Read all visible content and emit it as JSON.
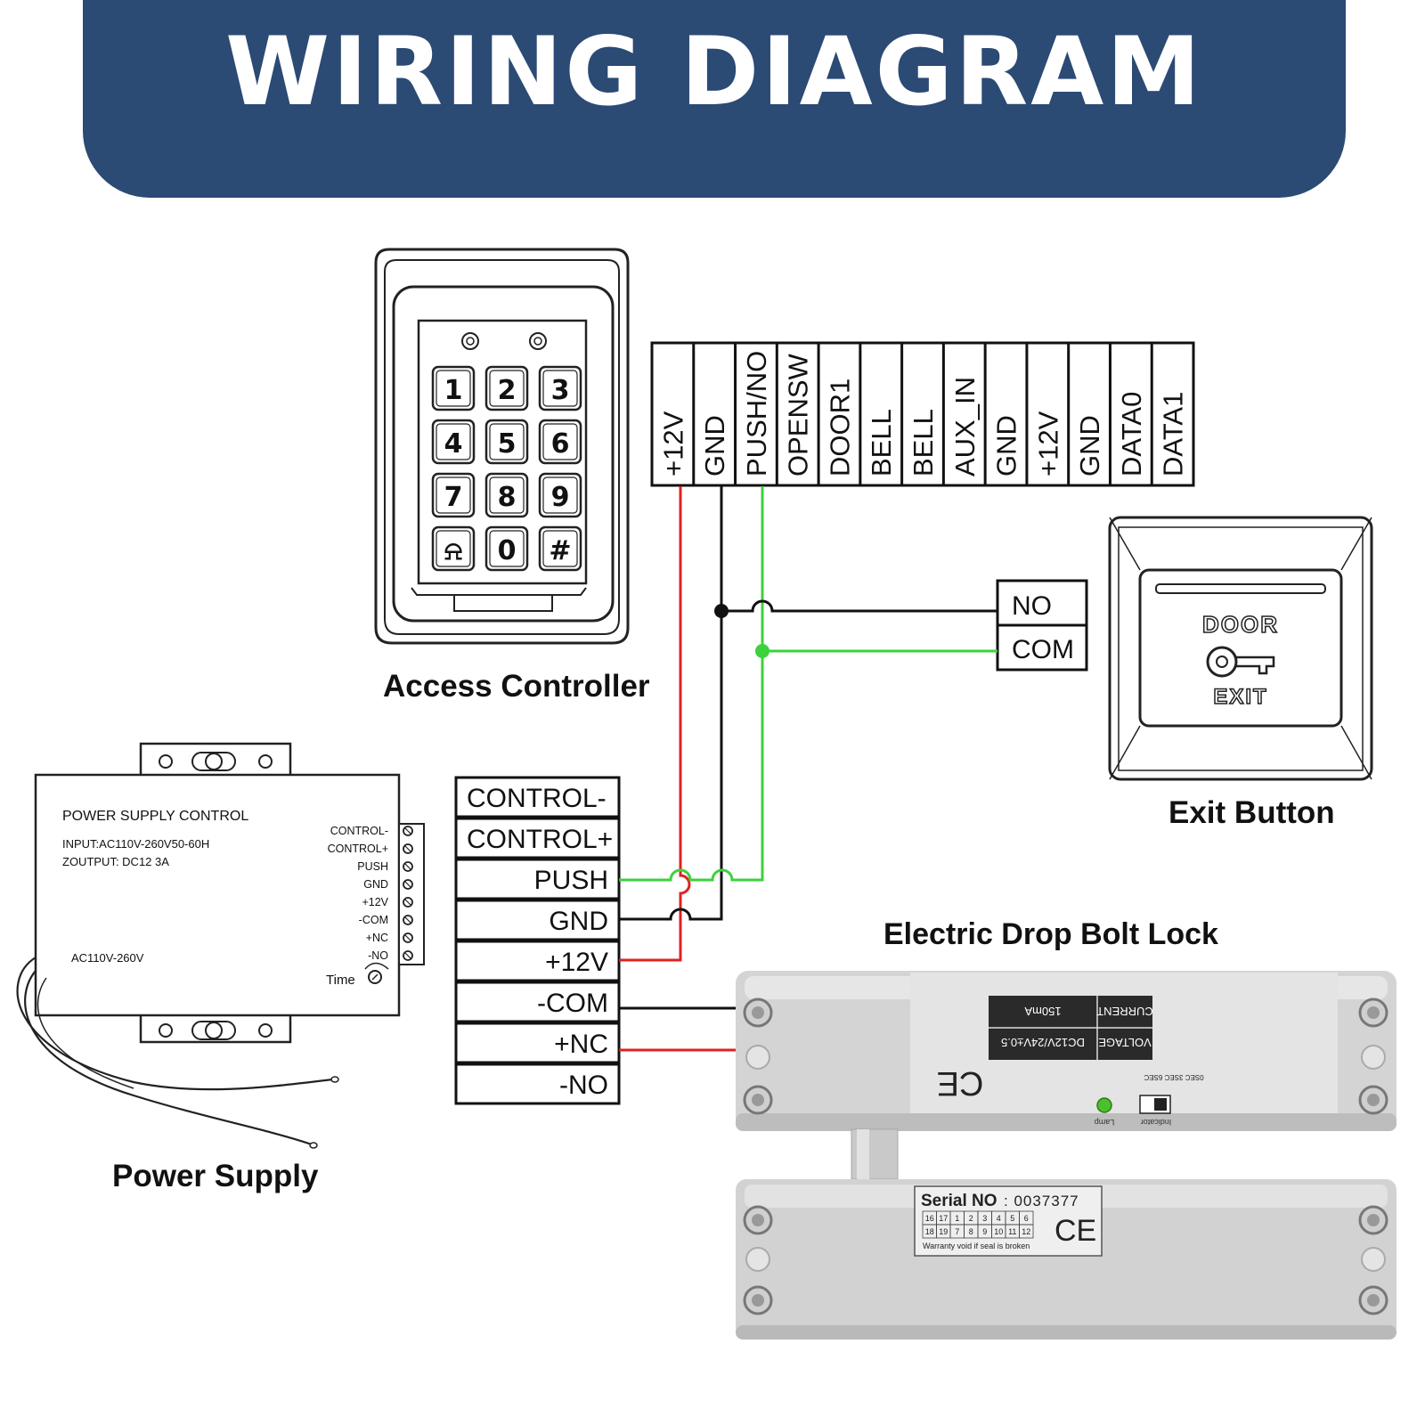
{
  "title": "WIRING DIAGRAM",
  "devices": {
    "access_controller": {
      "label": "Access Controller",
      "keys": [
        "1",
        "2",
        "3",
        "4",
        "5",
        "6",
        "7",
        "8",
        "9",
        "⍾",
        "0",
        "#"
      ]
    },
    "exit_button": {
      "label": "Exit Button",
      "door_text": "DOOR",
      "exit_text": "EXIT",
      "terminals": [
        "NO",
        "COM"
      ]
    },
    "power_supply": {
      "label": "Power Supply",
      "panel_title": "POWER SUPPLY CONTROL",
      "input_text": "INPUT:AC110V-260V50-60H",
      "output_text": "ZOUTPUT: DC12 3A",
      "ac_text": "AC110V-260V",
      "time_text": "Time",
      "side_labels": [
        "CONTROL-",
        "CONTROL+",
        "PUSH",
        "GND",
        "+12V",
        "-COM",
        "+NC",
        "-NO"
      ]
    },
    "lock": {
      "label": "Electric Drop Bolt Lock",
      "spec_current_label": "CURRENT",
      "spec_current_value": "150mA",
      "spec_voltage_label": "VOLTAGE",
      "spec_voltage_value": "DC12V/24V±0.5",
      "lamp_text": "Lamp",
      "indicator_text": "Indicator",
      "delay_text": "0SEC 3SEC 6SEC",
      "serial_prefix": "Serial NO",
      "serial_value": ": 0037377",
      "serial_grid_row1": [
        "16",
        "17",
        "1",
        "2",
        "3",
        "4",
        "5",
        "6"
      ],
      "serial_grid_row2": [
        "18",
        "19",
        "7",
        "8",
        "9",
        "10",
        "11",
        "12"
      ],
      "warranty_text": "Warranty void if seal is broken",
      "ce_text": "CE"
    }
  },
  "controller_terminals": [
    "+12V",
    "GND",
    "PUSH/NO",
    "OPENSW",
    "DOOR1",
    "BELL",
    "BELL",
    "AUX_IN",
    "GND",
    "+12V",
    "GND",
    "DATA0",
    "DATA1"
  ],
  "psu_terminals": [
    "CONTROL-",
    "CONTROL+",
    "PUSH",
    "GND",
    "+12V",
    "-COM",
    "+NC",
    "-NO"
  ],
  "wires": [
    {
      "from": "controller.+12V",
      "to": "psu.+12V",
      "color": "#e02020"
    },
    {
      "from": "controller.GND",
      "to": "psu.GND",
      "color": "#111111"
    },
    {
      "from": "controller.PUSH/NO",
      "to": "psu.PUSH",
      "color": "#3cd23c"
    },
    {
      "from": "controller.GND",
      "to": "exit.NO",
      "color": "#111111"
    },
    {
      "from": "controller.PUSH/NO",
      "to": "exit.COM",
      "color": "#3cd23c"
    },
    {
      "from": "psu.-COM",
      "to": "lock",
      "color": "#111111"
    },
    {
      "from": "psu.+NC",
      "to": "lock",
      "color": "#e02020"
    }
  ],
  "colors": {
    "banner": "#2b4a74",
    "wire_red": "#e02020",
    "wire_black": "#111111",
    "wire_green": "#3cd23c"
  }
}
